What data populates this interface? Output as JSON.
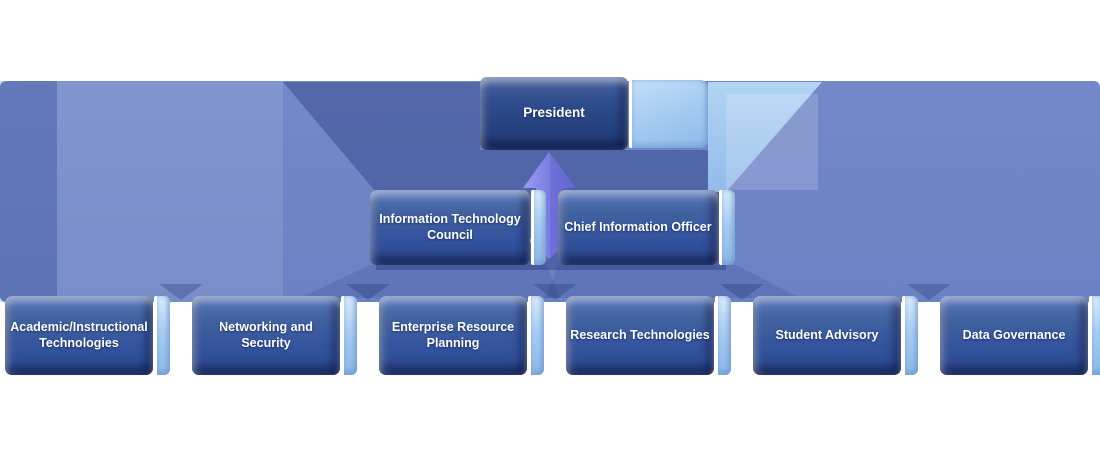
{
  "chart": {
    "type": "org-hierarchy",
    "president": {
      "label": "President"
    },
    "level2": [
      {
        "label": "Information Technology Council"
      },
      {
        "label": "Chief Information Officer"
      }
    ],
    "level3": [
      {
        "label": "Academic/Instructional Technologies"
      },
      {
        "label": "Networking and Security"
      },
      {
        "label": "Enterprise Resource Planning"
      },
      {
        "label": "Research Technologies"
      },
      {
        "label": "Student Advisory"
      },
      {
        "label": "Data Governance"
      }
    ]
  },
  "colors": {
    "node_fill": "#35549e",
    "node_fill_dark": "#27437f",
    "side_panel_light": "#a9cdf2",
    "background_band": "#6d84c6",
    "band_light_panel": "#7990cf",
    "band_dark_funnel": "#3d5aa6",
    "arrow_purple_light": "#9a9af0",
    "arrow_purple_dark": "#6565d0",
    "text": "#ffffff"
  }
}
